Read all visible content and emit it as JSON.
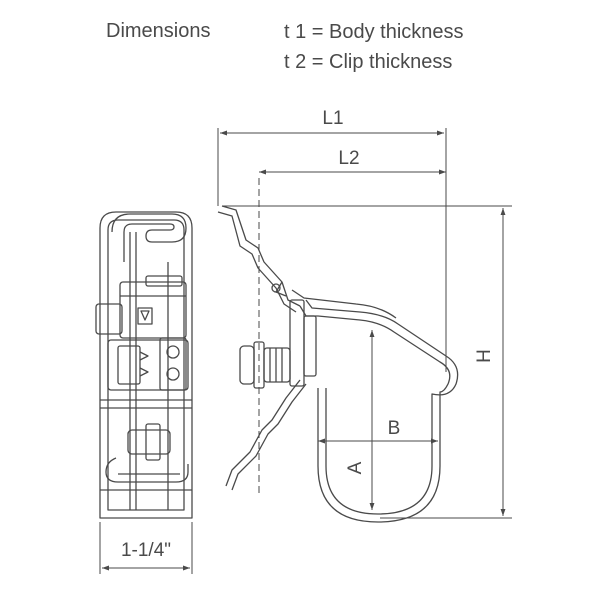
{
  "legend": {
    "title": "Dimensions",
    "t1": "t 1 = Body thickness",
    "t2": "t 2 = Clip thickness"
  },
  "dimensions": {
    "l1": "L1",
    "l2": "L2",
    "h": "H",
    "a": "A",
    "b": "B",
    "width": "1-1/4\""
  },
  "colors": {
    "line": "#4a4a4a",
    "background": "#ffffff"
  }
}
